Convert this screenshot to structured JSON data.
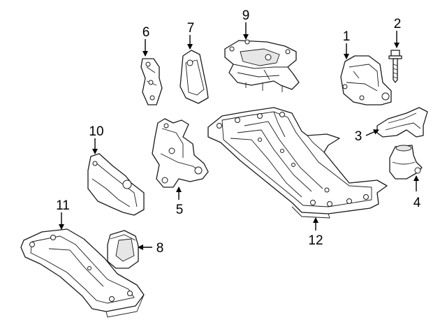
{
  "callouts": {
    "c1": "1",
    "c2": "2",
    "c3": "3",
    "c4": "4",
    "c5": "5",
    "c6": "6",
    "c7": "7",
    "c8": "8",
    "c9": "9",
    "c10": "10",
    "c11": "11",
    "c12": "12"
  },
  "colors": {
    "line": "#1a1a1a",
    "fill": "#ffffff",
    "background": "#ffffff"
  }
}
